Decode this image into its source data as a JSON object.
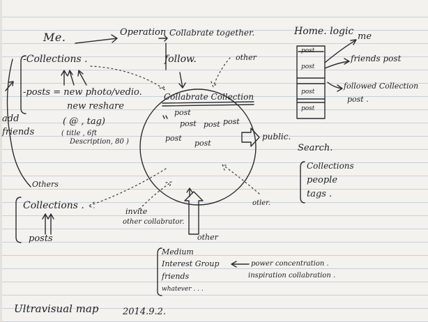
{
  "me": {
    "title": "Me.",
    "collections": "-Collections .",
    "posts_line": "-posts = new photo/vedio.",
    "new_reshare": "new reshare",
    "at_tag": "( @ , tag)",
    "title_limit": "( title , 6ft",
    "description_limit": "Description, 80 )"
  },
  "side": {
    "add": "add",
    "friends": "friends"
  },
  "operation": "Operation",
  "collabrate_together": "Collabrate together.",
  "follow": "follow.",
  "other_top": "other",
  "center": {
    "title": "Collabrate Collection",
    "posts": [
      "post",
      "post",
      "post",
      "post",
      "post",
      "post"
    ]
  },
  "public": "public.",
  "home": {
    "title": "Home. logic",
    "feed": [
      "post",
      "post",
      "post",
      "post"
    ],
    "me": "me",
    "friends_post": "friends post",
    "followed": "followed Collection",
    "followed_post": "post ."
  },
  "search": {
    "title": "Search.",
    "items": [
      "Collections",
      "people",
      "tags ."
    ]
  },
  "others": {
    "title": "Others",
    "collections": "Collections .",
    "posts": "posts"
  },
  "invite": {
    "line1": "invite",
    "line2": "other collabrator."
  },
  "other_bottom": "other",
  "other_right": "otler.",
  "groups": {
    "items": [
      "Medium",
      "Interest Group",
      "friends",
      "whatever . . ."
    ],
    "power": "power concentration .",
    "inspiration": "inspiration collabration ."
  },
  "footer": {
    "map": "Ultravisual map",
    "date": "2014.9.2."
  },
  "colors": {
    "ink": "#2b2b2f",
    "paper": "#f3f2ee",
    "rule": "#c8cfd9"
  }
}
